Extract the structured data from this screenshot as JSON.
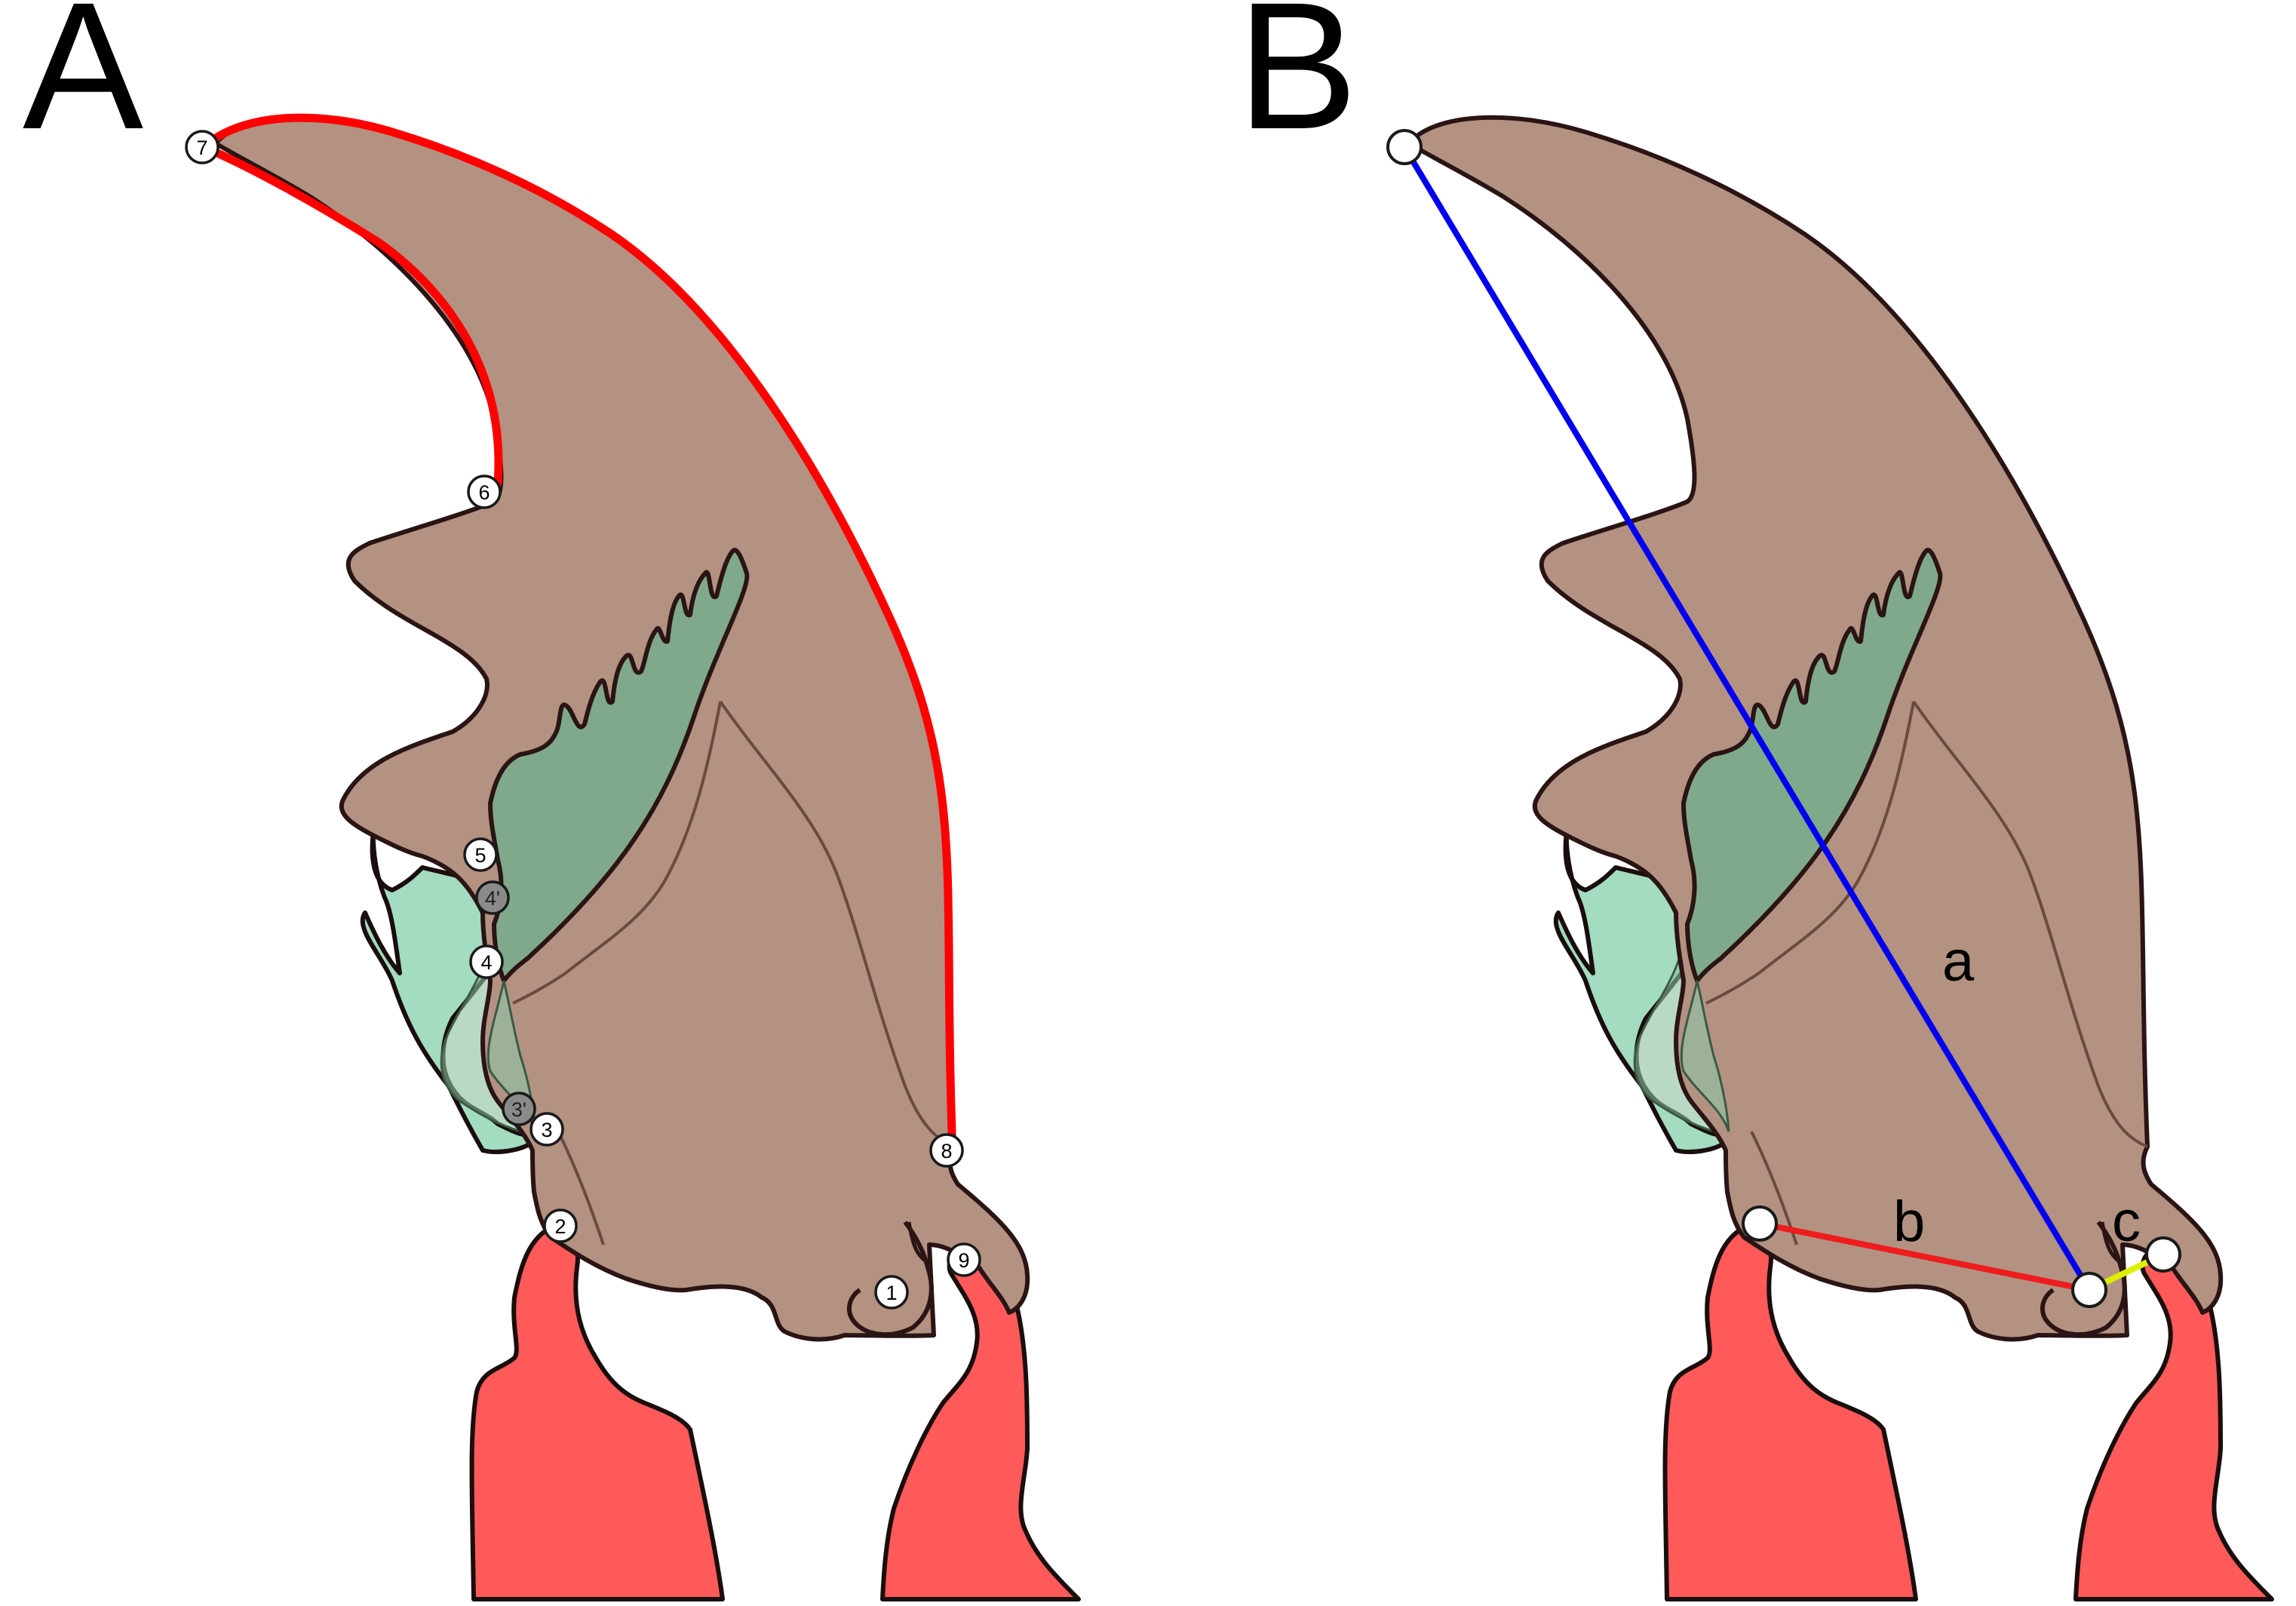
{
  "panels": [
    {
      "id": "A",
      "label": "A"
    },
    {
      "id": "B",
      "label": "B"
    }
  ],
  "landmarks": [
    {
      "id": "1",
      "label": "1",
      "style": "white"
    },
    {
      "id": "2",
      "label": "2",
      "style": "white"
    },
    {
      "id": "3",
      "label": "3",
      "style": "white"
    },
    {
      "id": "3p",
      "label": "3'",
      "style": "grey"
    },
    {
      "id": "4",
      "label": "4",
      "style": "white"
    },
    {
      "id": "4p",
      "label": "4'",
      "style": "grey"
    },
    {
      "id": "5",
      "label": "5",
      "style": "white"
    },
    {
      "id": "6",
      "label": "6",
      "style": "white"
    },
    {
      "id": "7",
      "label": "7",
      "style": "white"
    },
    {
      "id": "8",
      "label": "8",
      "style": "white"
    },
    {
      "id": "9",
      "label": "9",
      "style": "white"
    }
  ],
  "segments": [
    {
      "id": "a",
      "label": "a",
      "color": "#0000ee"
    },
    {
      "id": "b",
      "label": "b",
      "color": "#ee1c1c"
    },
    {
      "id": "c",
      "label": "c",
      "color": "#ddee00"
    }
  ],
  "colors": {
    "claw": "#b39282",
    "inner_jaw": "#7fa98a",
    "inner_jaw_light": "#a3dcc0",
    "tendon": "#ff5a5a",
    "outline": "#2a1414",
    "outline_highlight": "#ff0000"
  }
}
